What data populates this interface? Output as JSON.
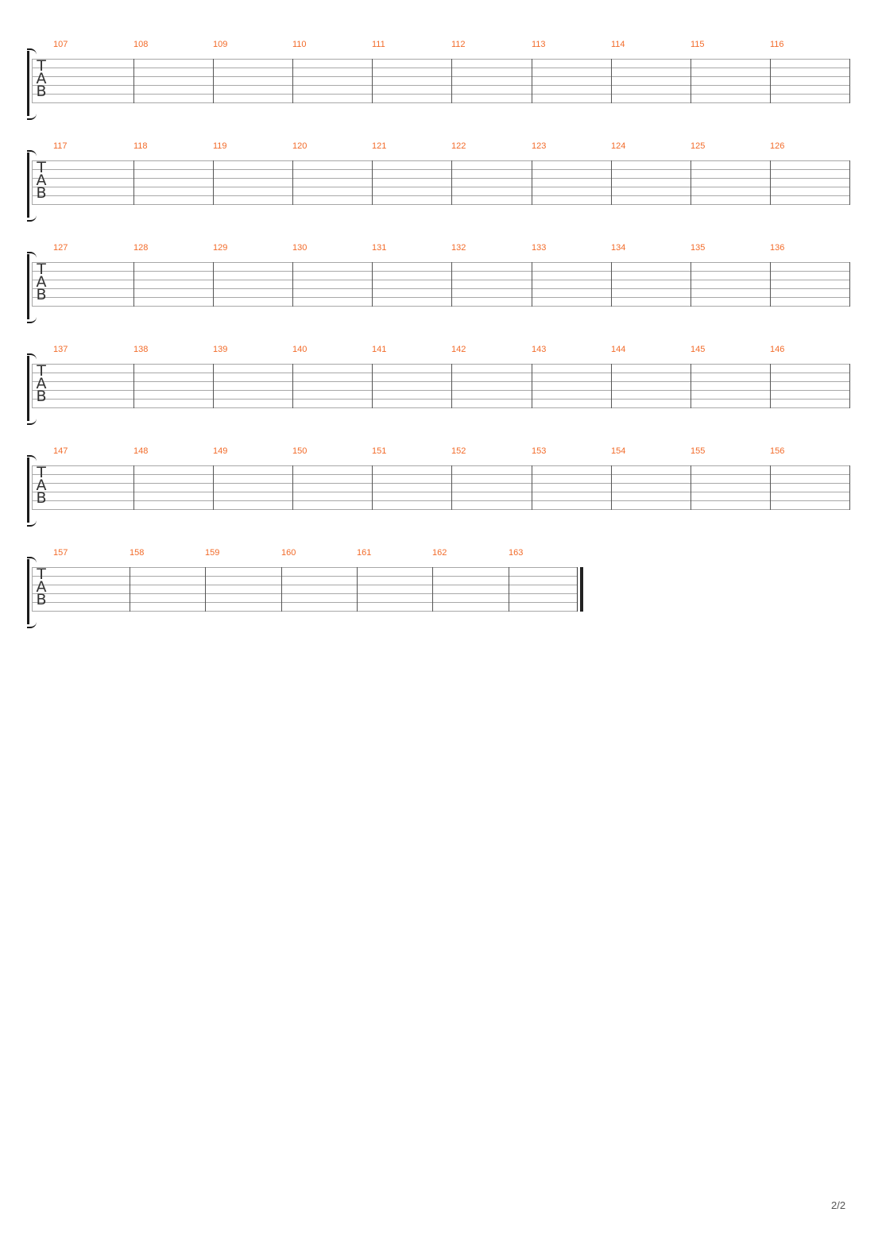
{
  "clef_letters": [
    "T",
    "A",
    "B"
  ],
  "systems": [
    {
      "measures": [
        "107",
        "108",
        "109",
        "110",
        "111",
        "112",
        "113",
        "114",
        "115",
        "116"
      ],
      "final": false
    },
    {
      "measures": [
        "117",
        "118",
        "119",
        "120",
        "121",
        "122",
        "123",
        "124",
        "125",
        "126"
      ],
      "final": false
    },
    {
      "measures": [
        "127",
        "128",
        "129",
        "130",
        "131",
        "132",
        "133",
        "134",
        "135",
        "136"
      ],
      "final": false
    },
    {
      "measures": [
        "137",
        "138",
        "139",
        "140",
        "141",
        "142",
        "143",
        "144",
        "145",
        "146"
      ],
      "final": false
    },
    {
      "measures": [
        "147",
        "148",
        "149",
        "150",
        "151",
        "152",
        "153",
        "154",
        "155",
        "156"
      ],
      "final": false
    },
    {
      "measures": [
        "157",
        "158",
        "159",
        "160",
        "161",
        "162",
        "163"
      ],
      "final": true
    }
  ],
  "page_number": "2/2",
  "colors": {
    "measure_number": "#f26b2a",
    "staff_line": "#a8a8a8",
    "barline": "#555555"
  }
}
